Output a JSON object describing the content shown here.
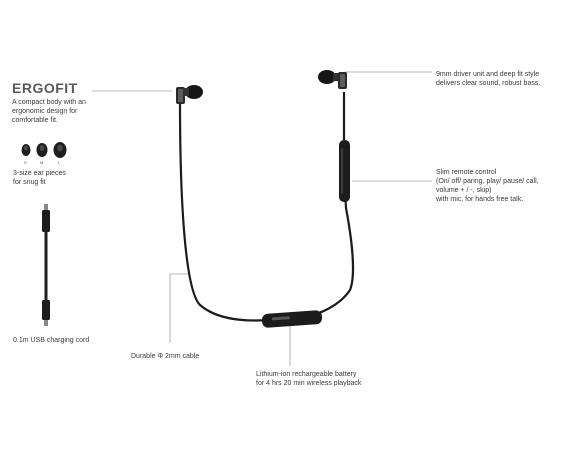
{
  "ergofit": {
    "title": "ERGOFIT",
    "line1": "A compact body with an",
    "line2": "ergonomic design for",
    "line3": "comfortable fit."
  },
  "ear_pieces": {
    "sizes": [
      "S",
      "M",
      "L"
    ],
    "line1": "3-size ear pieces",
    "line2": "for snug fit"
  },
  "usb_cord": {
    "label": "0.1m USB charging cord"
  },
  "cable": {
    "label": "Durable Φ 2mm cable"
  },
  "battery": {
    "line1": "Lithium-ion rechargeable battery",
    "line2": "for 4 hrs 20 min wireless playback"
  },
  "driver": {
    "line1": "9mm driver unit and deep fit style",
    "line2": "delivers clear sound, robust bass."
  },
  "remote": {
    "line1": "Slim remote control",
    "line2": "(On/ off/ paring, play/ pause/ call,",
    "line3": "volume + / -, skip)",
    "line4": "with mic. for hands free talk."
  },
  "colors": {
    "line": "#999999",
    "product": "#1c1c1c",
    "text": "#3a3a3a"
  }
}
